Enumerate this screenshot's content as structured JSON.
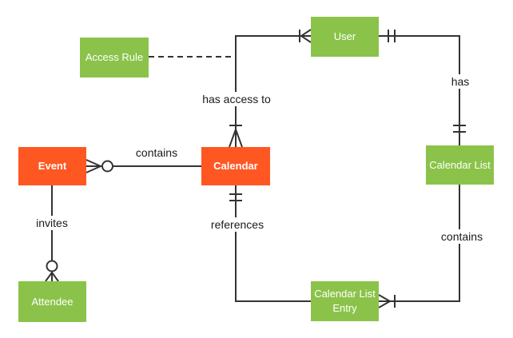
{
  "colors": {
    "background": "#ffffff",
    "entity_green": "#8bc34a",
    "entity_orange": "#ff5722",
    "entity_text": "#ffffff",
    "line_color": "#333333",
    "label_text": "#1a1a1a"
  },
  "entities": [
    {
      "id": "access-rule",
      "label": "Access Rule",
      "kind": "green"
    },
    {
      "id": "user",
      "label": "User",
      "kind": "green"
    },
    {
      "id": "event",
      "label": "Event",
      "kind": "orange"
    },
    {
      "id": "calendar",
      "label": "Calendar",
      "kind": "orange"
    },
    {
      "id": "calendar-list",
      "label": "Calendar List",
      "kind": "green"
    },
    {
      "id": "attendee",
      "label": "Attendee",
      "kind": "green"
    },
    {
      "id": "calendar-list-entry",
      "label": "Calendar List Entry",
      "kind": "green"
    }
  ],
  "relationships": [
    {
      "label": "contains",
      "from": "Calendar",
      "to": "Event",
      "to_notation": "zero-or-many"
    },
    {
      "label": "invites",
      "from": "Event",
      "to": "Attendee",
      "to_notation": "zero-or-many"
    },
    {
      "label": "has access to",
      "from": "User",
      "to": "Calendar",
      "from_notation": "one-or-many",
      "to_notation": "one-or-many"
    },
    {
      "label": "has",
      "from": "User",
      "to": "Calendar List",
      "from_notation": "one-and-only-one",
      "to_notation": "one-and-only-one"
    },
    {
      "label": "references",
      "from": "Calendar",
      "to": "Calendar List Entry",
      "from_notation": "one-and-only-one"
    },
    {
      "label": "contains",
      "from": "Calendar List",
      "to": "Calendar List Entry",
      "to_notation": "one-or-many"
    },
    {
      "label": "",
      "from": "Access Rule",
      "to": "has-access-to-line",
      "style": "dashed"
    }
  ]
}
